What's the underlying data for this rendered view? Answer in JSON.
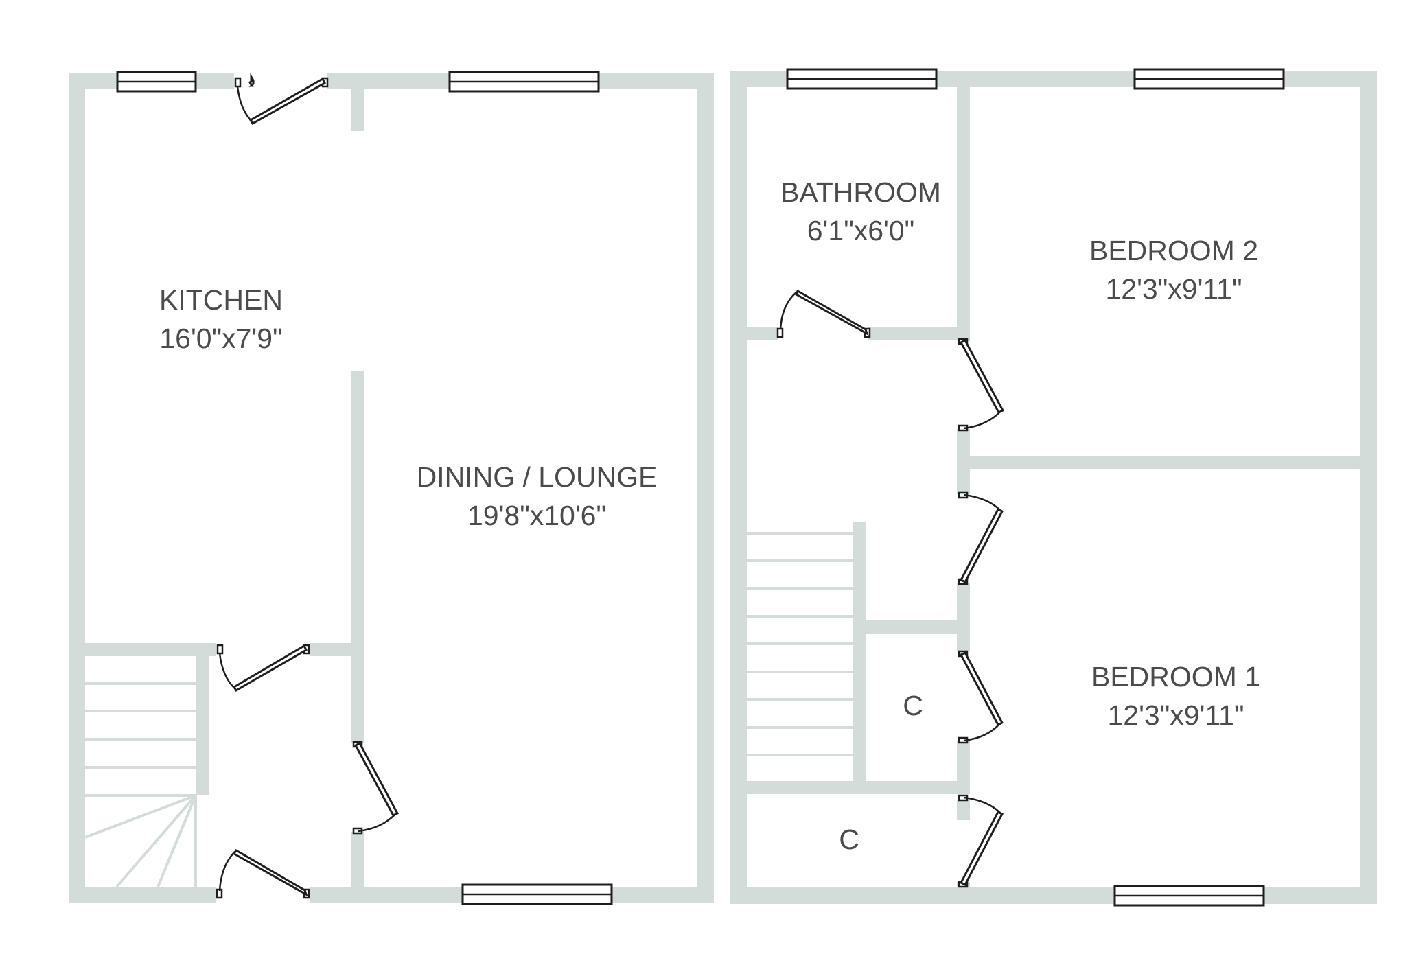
{
  "floors": [
    {
      "rooms": [
        {
          "id": "kitchen",
          "name": "KITCHEN",
          "size": "16'0\"x7'9\""
        },
        {
          "id": "dining-lounge",
          "name": "DINING / LOUNGE",
          "size": "19'8\"x10'6\""
        }
      ]
    },
    {
      "rooms": [
        {
          "id": "bathroom",
          "name": "BATHROOM",
          "size": "6'1\"x6'0\""
        },
        {
          "id": "bedroom-2",
          "name": "BEDROOM 2",
          "size": "12'3\"x9'11\""
        },
        {
          "id": "bedroom-1",
          "name": "BEDROOM 1",
          "size": "12'3\"x9'11\""
        },
        {
          "id": "cupboard-1",
          "name": "C"
        },
        {
          "id": "cupboard-2",
          "name": "C"
        }
      ]
    }
  ],
  "colors": {
    "wall": "#d3dcd9",
    "line": "#1e1e1e",
    "text": "#4b4b4b"
  }
}
